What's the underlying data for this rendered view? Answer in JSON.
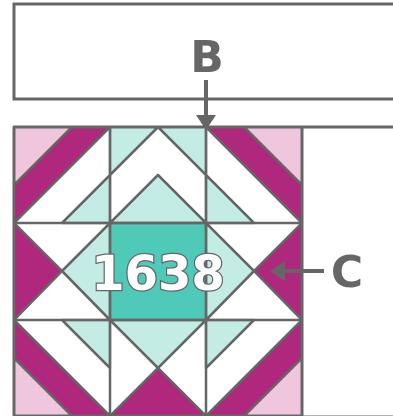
{
  "labels": {
    "b": "B",
    "c": "C"
  },
  "block": {
    "number": "1638"
  },
  "colors": {
    "magenta": "#b0277e",
    "pink": "#f0c6df",
    "mint": "#c3ede4",
    "teal": "#4fc9b8",
    "white": "#ffffff",
    "outline": "#666666"
  }
}
